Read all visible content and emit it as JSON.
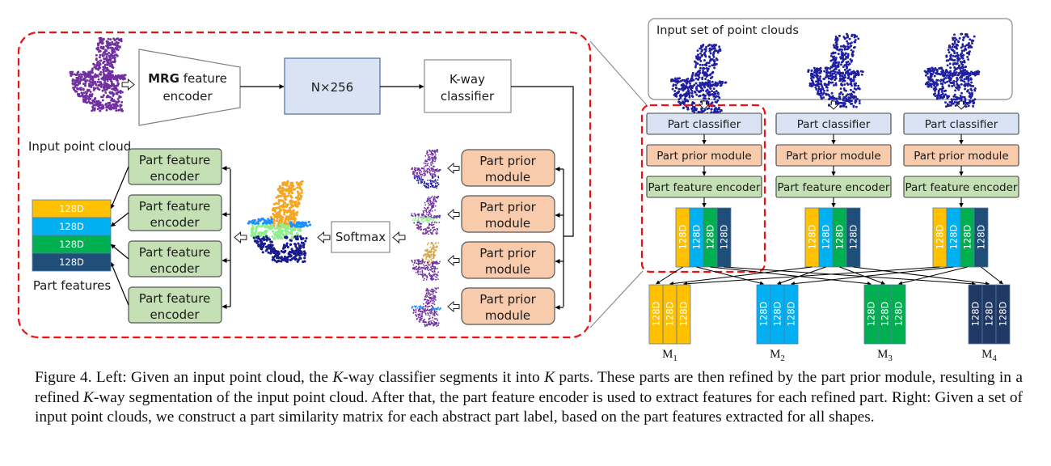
{
  "figure": {
    "left_panel": {
      "input_label": "Input point cloud",
      "encoder_bold": "MRG",
      "encoder_rest": " feature",
      "encoder_line2": "encoder",
      "feature_box": "N×256",
      "classifier_line1": "K-way",
      "classifier_line2": "classifier",
      "softmax": "Softmax",
      "part_prior_line1": "Part prior",
      "part_prior_line2": "module",
      "part_encoder_line1": "Part feature",
      "part_encoder_line2": "encoder",
      "part_features_label": "Part features",
      "feature_dims": [
        "128D",
        "128D",
        "128D",
        "128D"
      ],
      "part_prior_count": 4,
      "part_encoder_count": 4
    },
    "right_panel": {
      "input_set_label": "Input set of point clouds",
      "columns": [
        {
          "classifier": "Part classifier",
          "prior": "Part prior module",
          "encoder": "Part feature encoder",
          "dims": [
            "128D",
            "128D",
            "128D",
            "128D"
          ]
        },
        {
          "classifier": "Part classifier",
          "prior": "Part prior module",
          "encoder": "Part feature encoder",
          "dims": [
            "128D",
            "128D",
            "128D",
            "128D"
          ]
        },
        {
          "classifier": "Part classifier",
          "prior": "Part prior module",
          "encoder": "Part feature encoder",
          "dims": [
            "128D",
            "128D",
            "128D",
            "128D"
          ]
        }
      ],
      "matrices": [
        {
          "label": "M",
          "sub": "1",
          "dims": [
            "128D",
            "128D",
            "128D"
          ]
        },
        {
          "label": "M",
          "sub": "2",
          "dims": [
            "128D",
            "128D",
            "128D"
          ]
        },
        {
          "label": "M",
          "sub": "3",
          "dims": [
            "128D",
            "128D",
            "128D"
          ]
        },
        {
          "label": "M",
          "sub": "4",
          "dims": [
            "128D",
            "128D",
            "128D"
          ]
        }
      ]
    },
    "colors": {
      "part1": "#FFC000",
      "part2": "#00B0F0",
      "part3": "#00B050",
      "part4": "#1F4E79",
      "part4_matrix": "#203864",
      "highlight_dash": "#EE1111",
      "classifier_fill": "#DAE3F3",
      "prior_fill": "#F8CBAD",
      "encoder_fill": "#C5E0B4",
      "feature_fill": "#DAE3F3",
      "pointcloud_purple": "#7030A0",
      "pointcloud_blue": "#1F1FA0"
    }
  },
  "caption": {
    "prefix": "Figure 4. Left: Given an input point cloud, the ",
    "k1": "K",
    "mid1": "-way classifier segments it into ",
    "k2": "K",
    "mid2": " parts. These parts are then refined by the part prior module, resulting in a refined ",
    "k3": "K",
    "rest": "-way segmentation of the input point cloud. After that, the part feature encoder is used to extract features for each refined part. Right: Given a set of input point clouds, we construct a part similarity matrix for each abstract part label, based on the part features extracted for all shapes."
  }
}
